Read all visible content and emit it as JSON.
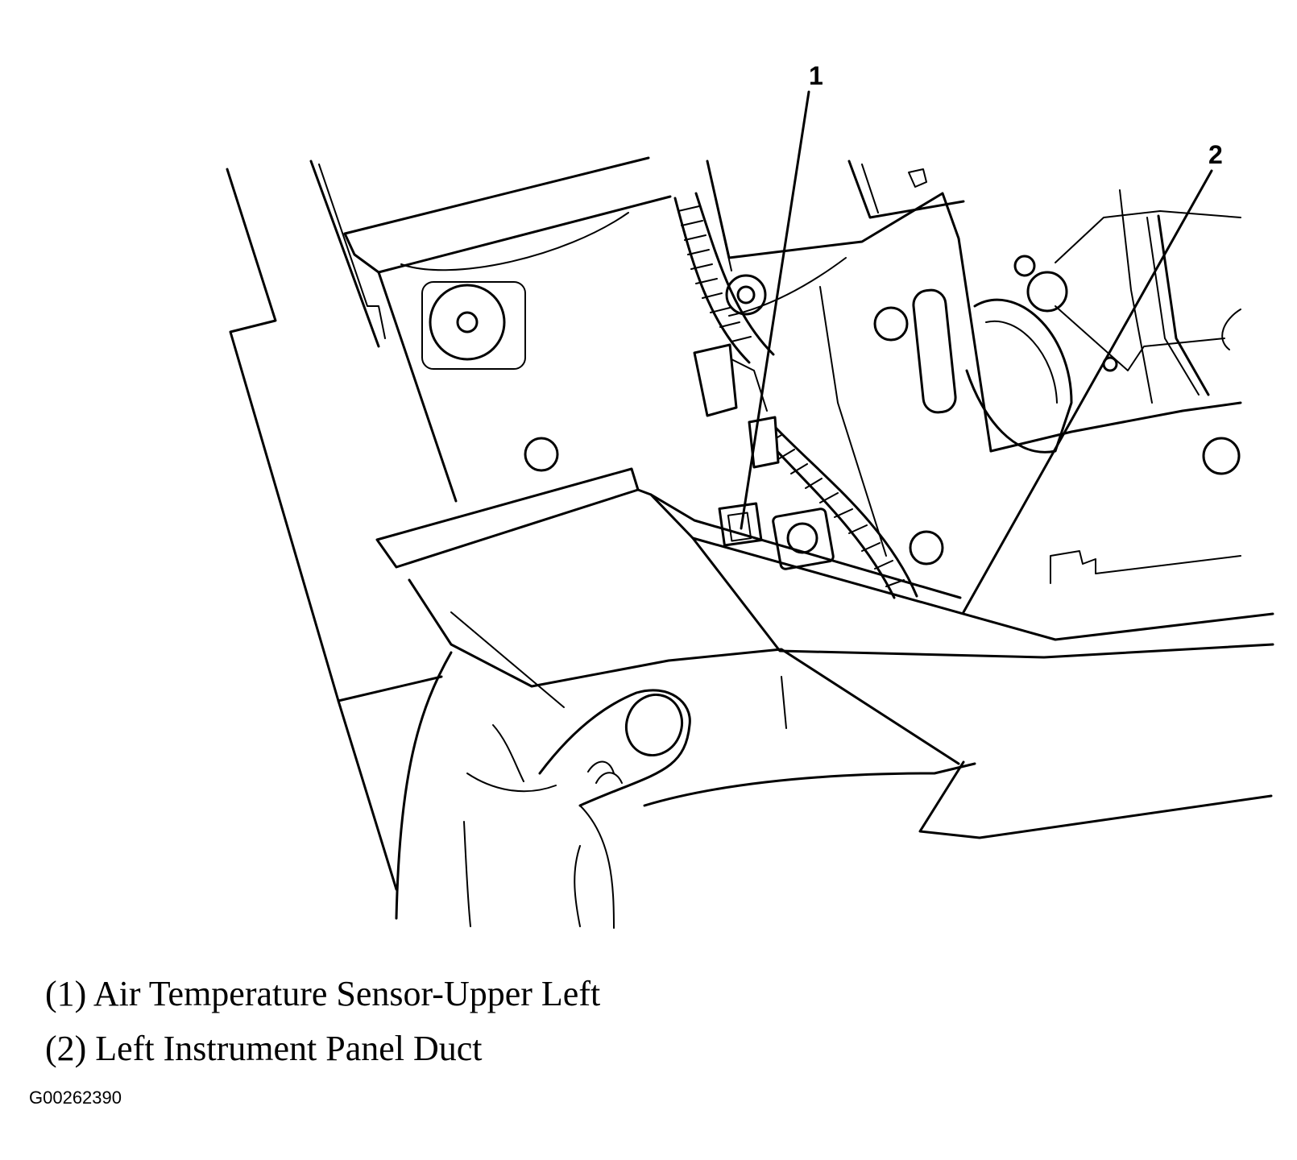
{
  "callouts": [
    {
      "number": "1",
      "label": "Air Temperature Sensor-Upper Left"
    },
    {
      "number": "2",
      "label": "Left Instrument Panel Duct"
    }
  ],
  "legend": [
    "(1) Air Temperature Sensor-Upper Left",
    "(2) Left Instrument Panel Duct"
  ],
  "figure_id": "G00262390",
  "colors": {
    "line": "#000000",
    "background": "#ffffff"
  }
}
